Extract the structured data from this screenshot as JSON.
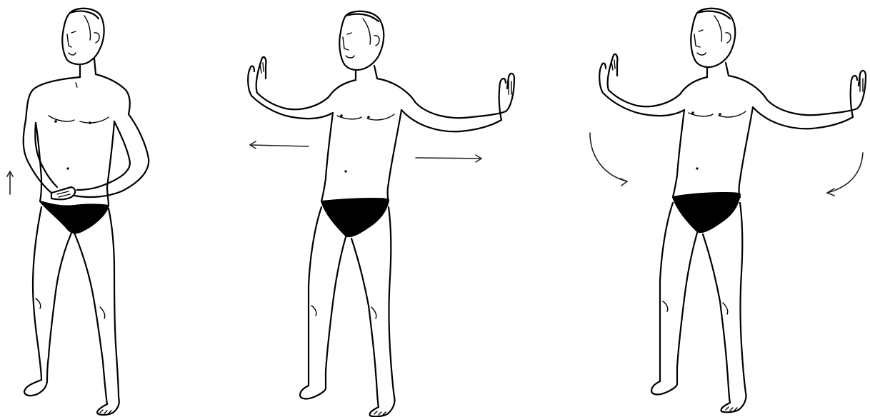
{
  "figure": {
    "panels": [
      {
        "pose": "hands-clasped-at-belly",
        "motion": "upward-arrow"
      },
      {
        "pose": "arms-spread-palms-out",
        "motion": "horizontal-arrows"
      },
      {
        "pose": "arms-spread-palms-out",
        "motion": "curved-inward-arrows"
      }
    ],
    "colors": {
      "background": "#ffffff",
      "ink": "#000000",
      "arrow": "#222222"
    }
  }
}
